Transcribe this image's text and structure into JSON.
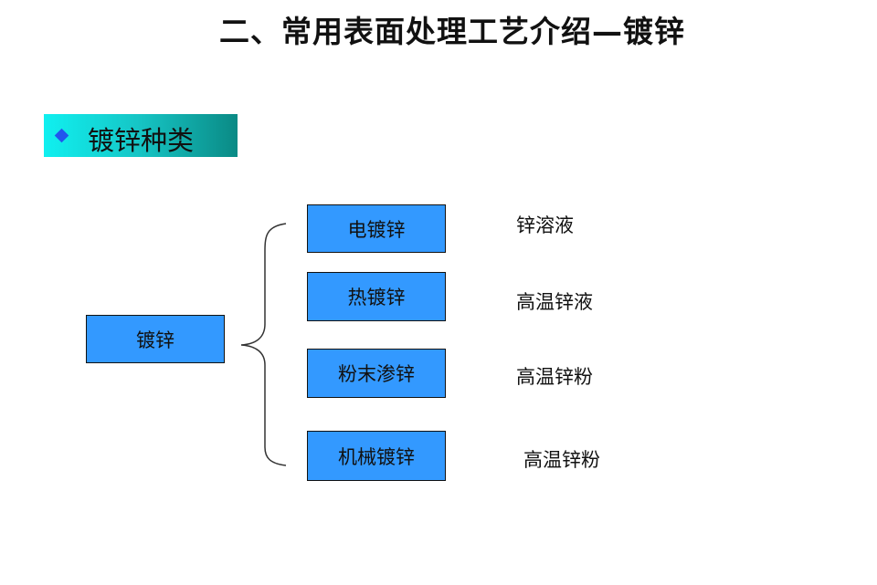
{
  "title": "二、常用表面处理工艺介绍—镀锌",
  "section": {
    "label": "镀锌种类"
  },
  "root": {
    "label": "镀锌"
  },
  "types": [
    {
      "label": "电镀锌",
      "medium": "锌溶液"
    },
    {
      "label": "热镀锌",
      "medium": "高温锌液"
    },
    {
      "label": "粉末渗锌",
      "medium": "高温锌粉"
    },
    {
      "label": "机械镀锌",
      "medium": "高温锌粉"
    }
  ]
}
